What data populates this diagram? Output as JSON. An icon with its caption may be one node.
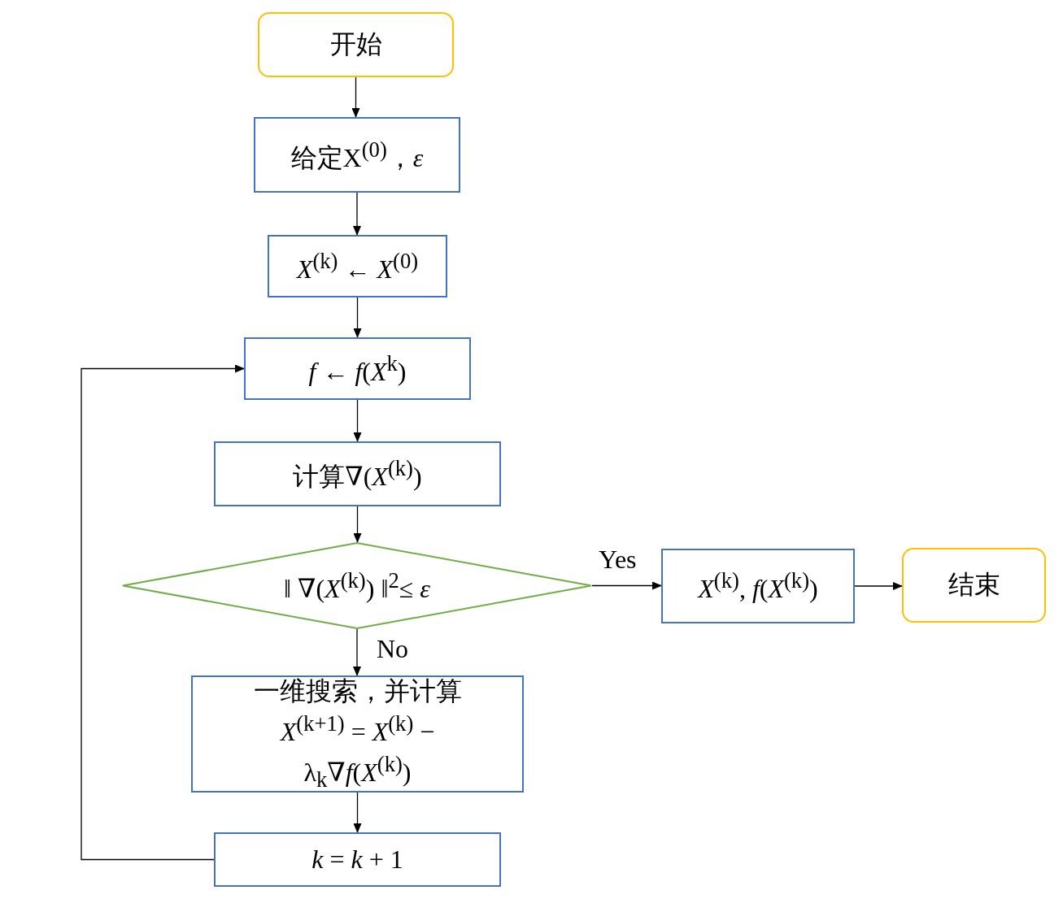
{
  "diagram": {
    "nodes": [
      {
        "text": [
          "开始"
        ]
      },
      {
        "text": [
          "给定X$^{(0)}$，*ε*"
        ]
      },
      {
        "text": [
          "*X*$^{(k)}$ ← *X*$^{(0)}$"
        ]
      },
      {
        "text": [
          "*f* ← *f*(*X*$^{k}$)"
        ]
      },
      {
        "text": [
          "计算∇(*X*$^{(k)}$)"
        ]
      },
      {
        "text": [
          "‖ ∇(*X*$^{(k)}$) ‖$^{2}$≤ *ε*"
        ]
      },
      {
        "text": [
          "*X*$^{(k)}$, *f*(*X*$^{(k)}$)"
        ]
      },
      {
        "text": [
          "结束"
        ]
      },
      {
        "text": [
          "一维搜索，并计算 *X*$^{(k+1)}$ = *X*$^{(k)}$ − λ$_{k}$∇*f*(*X*$^{(k)}$)"
        ]
      },
      {
        "text": [
          "*k* = *k* + 1"
        ]
      }
    ],
    "edges": [
      {
        "from": 0,
        "to": 1,
        "arrow": "to"
      },
      {
        "from": 1,
        "to": 2,
        "arrow": "to"
      },
      {
        "from": 2,
        "to": 3,
        "arrow": "to"
      },
      {
        "from": 3,
        "to": 4,
        "arrow": "to"
      },
      {
        "from": 4,
        "to": 5,
        "arrow": "to"
      },
      {
        "from": 5,
        "to": 6,
        "arrow": "to",
        "label": "Yes"
      },
      {
        "from": 6,
        "to": 7,
        "arrow": "to"
      },
      {
        "from": 5,
        "to": 8,
        "arrow": "to",
        "label": "No"
      },
      {
        "from": 8,
        "to": 9,
        "arrow": "to"
      },
      {
        "from": 9,
        "to": 3,
        "arrow": "to"
      }
    ]
  }
}
